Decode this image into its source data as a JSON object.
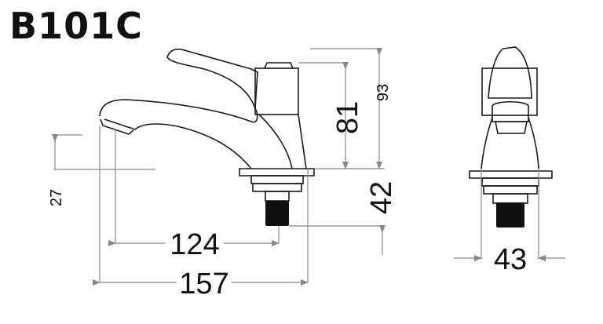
{
  "title": "B101C",
  "colors": {
    "outline": "#1a1a1a",
    "dimension_line": "#888888",
    "thread": "#111111",
    "background": "#ffffff"
  },
  "dimensions": {
    "total_height": "93",
    "handle_height": "81",
    "spout_height": "27",
    "thread_length": "42",
    "spout_reach": "124",
    "total_length": "157",
    "width": "43"
  },
  "views": {
    "side": "side-view",
    "front": "front-view"
  }
}
